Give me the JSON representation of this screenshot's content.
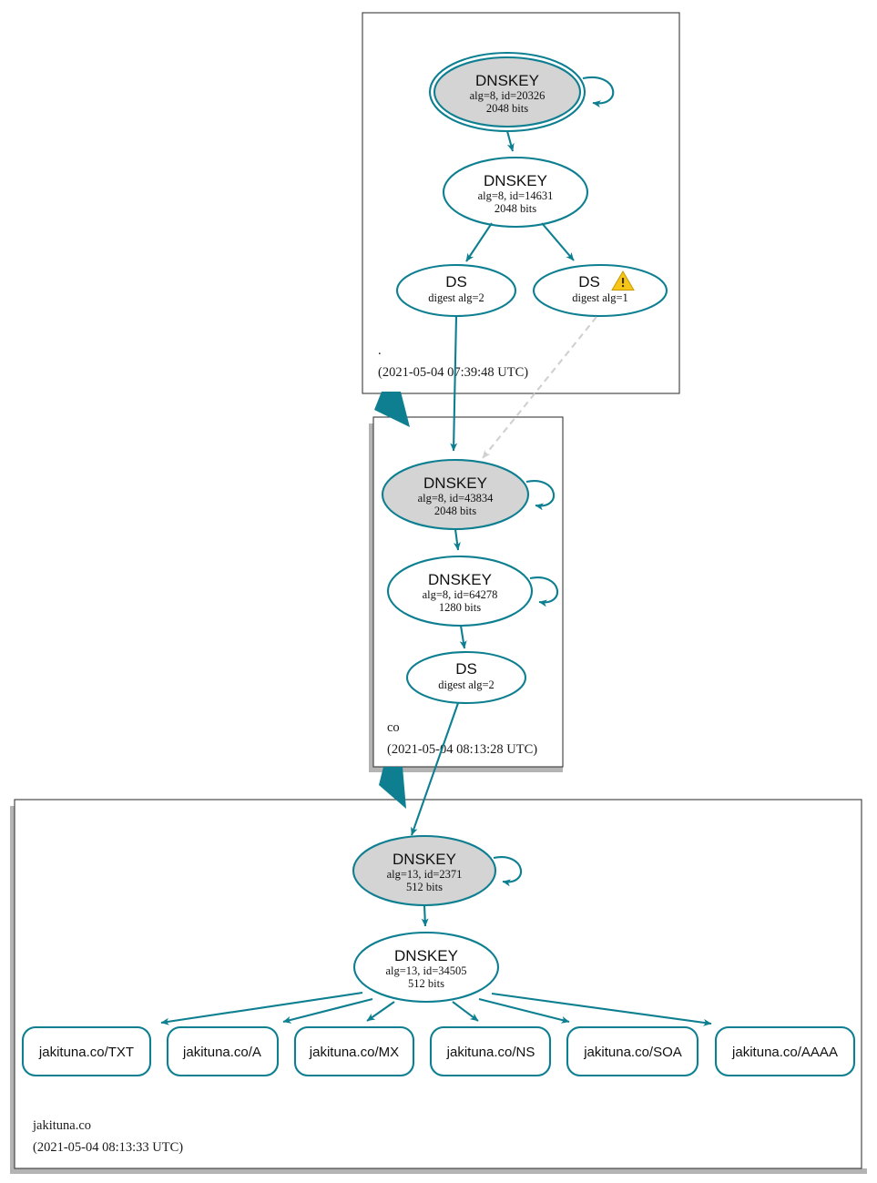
{
  "diagram": {
    "kind": "dnssec-authentication-chain",
    "colors": {
      "accent_teal": "#0d7f91",
      "node_fill_secure": "#d4d4d4",
      "node_fill_plain": "#ffffff",
      "zone_border": "#3a3a3a",
      "zone_shadow": "#b4b4b4",
      "warning_yellow": "#f5c518",
      "dashed_gray": "#d0d0d0"
    }
  },
  "zones": [
    {
      "id": "root",
      "name": ".",
      "timestamp": "(2021-05-04 07:39:48 UTC)",
      "nodes": [
        {
          "id": "root-ksk",
          "type": "DNSKEY",
          "line2": "alg=8, id=20326",
          "line3": "2048 bits",
          "shape": "doubleellipse",
          "fill": "secure",
          "self_signed": true
        },
        {
          "id": "root-zsk",
          "type": "DNSKEY",
          "line2": "alg=8, id=14631",
          "line3": "2048 bits",
          "shape": "ellipse",
          "fill": "plain",
          "self_signed": false
        },
        {
          "id": "root-ds-2",
          "type": "DS",
          "line2": "digest alg=2",
          "line3": "",
          "shape": "ellipse",
          "fill": "plain",
          "warning": false
        },
        {
          "id": "root-ds-1",
          "type": "DS",
          "line2": "digest alg=1",
          "line3": "",
          "shape": "ellipse",
          "fill": "plain",
          "warning": true
        }
      ]
    },
    {
      "id": "co",
      "name": "co",
      "timestamp": "(2021-05-04 08:13:28 UTC)",
      "nodes": [
        {
          "id": "co-ksk",
          "type": "DNSKEY",
          "line2": "alg=8, id=43834",
          "line3": "2048 bits",
          "shape": "ellipse",
          "fill": "secure",
          "self_signed": true
        },
        {
          "id": "co-zsk",
          "type": "DNSKEY",
          "line2": "alg=8, id=64278",
          "line3": "1280 bits",
          "shape": "ellipse",
          "fill": "plain",
          "self_signed": true
        },
        {
          "id": "co-ds-2",
          "type": "DS",
          "line2": "digest alg=2",
          "line3": "",
          "shape": "ellipse",
          "fill": "plain",
          "warning": false
        }
      ]
    },
    {
      "id": "jakituna",
      "name": "jakituna.co",
      "timestamp": "(2021-05-04 08:13:33 UTC)",
      "nodes": [
        {
          "id": "jak-ksk",
          "type": "DNSKEY",
          "line2": "alg=13, id=2371",
          "line3": "512 bits",
          "shape": "ellipse",
          "fill": "secure",
          "self_signed": true
        },
        {
          "id": "jak-zsk",
          "type": "DNSKEY",
          "line2": "alg=13, id=34505",
          "line3": "512 bits",
          "shape": "ellipse",
          "fill": "plain",
          "self_signed": false
        }
      ],
      "rrsets": [
        {
          "id": "rr-txt",
          "label": "jakituna.co/TXT"
        },
        {
          "id": "rr-a",
          "label": "jakituna.co/A"
        },
        {
          "id": "rr-mx",
          "label": "jakituna.co/MX"
        },
        {
          "id": "rr-ns",
          "label": "jakituna.co/NS"
        },
        {
          "id": "rr-soa",
          "label": "jakituna.co/SOA"
        },
        {
          "id": "rr-aaaa",
          "label": "jakituna.co/AAAA"
        }
      ]
    }
  ],
  "icons": {
    "warning": "warning-triangle-icon"
  }
}
